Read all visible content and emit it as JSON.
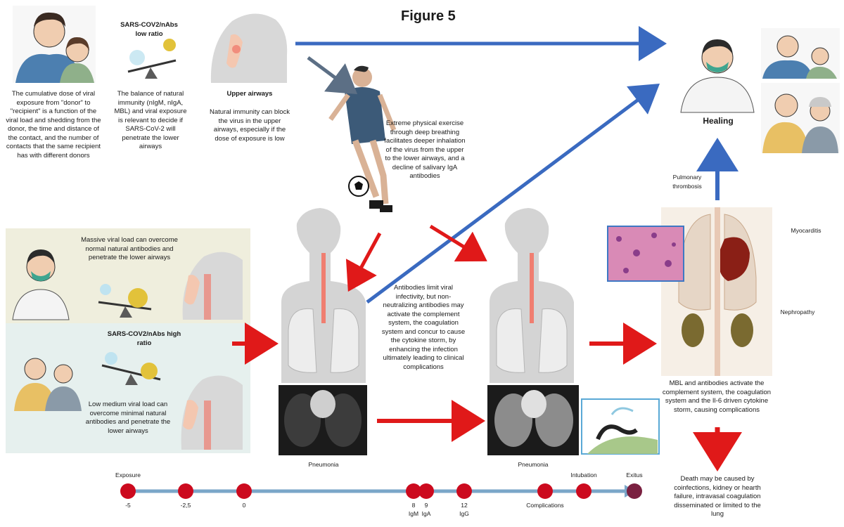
{
  "figure_title": "Figure 5",
  "texts": {
    "cumulative_dose": "The cumulative dose of viral exposure from \"donor\" to \"recipient\" is a function of the viral load and shedding from the donor, the time and distance of the contact, and the number of contacts that the same recipient has with different donors",
    "ratio_low_title": "SARS-COV2/nAbs low ratio",
    "balance": "The balance of natural immunity (nIgM, nIgA, MBL) and viral exposure is relevant to decide if SARS-CoV-2 will penetrate the lower airways",
    "upper_airways_title": "Upper airways",
    "upper_airways": "Natural immunity can block the virus in the upper airways, especially if the dose of exposure is low",
    "exercise": "Extreme physical exercise through deep breathing facilitates deeper inhalation of the virus from the upper to the lower airways, and a decline of salivary IgA antibodies",
    "healing": "Healing",
    "pulmonary_thrombosis": "Pulmonary thrombosis",
    "myocarditis": "Myocarditis",
    "nephropathy": "Nephropathy",
    "massive_load": "Massive viral load can overcome normal natural antibodies and penetrate the lower airways",
    "ratio_high_title": "SARS-COV2/nAbs high ratio",
    "low_medium_load": "Low medium viral load can overcome minimal natural antibodies and penetrate the lower airways",
    "antibodies_limit": "Antibodies limit viral infectivity, but non-neutralizing antibodies may activate the complement system, the coagulation system and concur to cause the cytokine storm, by enhancing the infection ultimately leading to clinical complications",
    "mbl_activate": "MBL and antibodies activate the complement system, the coagulation system and the Il-6 driven cytokine storm, causing complications",
    "pneumonia_1": "Pneumonia",
    "pneumonia_2": "Pneumonia",
    "death": "Death may be caused by coinfections, kidney or hearth failure, intravasal coagulation disseminated or limited to the lung"
  },
  "timeline": {
    "points": [
      {
        "top": "Exposure",
        "bottom": "-5",
        "bottom2": ""
      },
      {
        "top": "",
        "bottom": "-2,5",
        "bottom2": ""
      },
      {
        "top": "",
        "bottom": "0",
        "bottom2": ""
      },
      {
        "top": "",
        "bottom": "8",
        "bottom2": "IgM"
      },
      {
        "top": "",
        "bottom": "9",
        "bottom2": "IgA"
      },
      {
        "top": "",
        "bottom": "12",
        "bottom2": "IgG"
      },
      {
        "top": "",
        "bottom": "Complications",
        "bottom2": ""
      },
      {
        "top": "Intubation",
        "bottom": "",
        "bottom2": ""
      },
      {
        "top": "Exitus",
        "bottom": "",
        "bottom2": ""
      }
    ]
  },
  "colors": {
    "blue_arrow": "#3a6ac0",
    "red_arrow": "#e01919",
    "timeline_dot": "#cc0a1e",
    "exitus_dot": "#7a2040",
    "timeline_line": "#7aa6c8",
    "panel_top": "#efeedd",
    "panel_bottom": "#e6f0ee"
  }
}
